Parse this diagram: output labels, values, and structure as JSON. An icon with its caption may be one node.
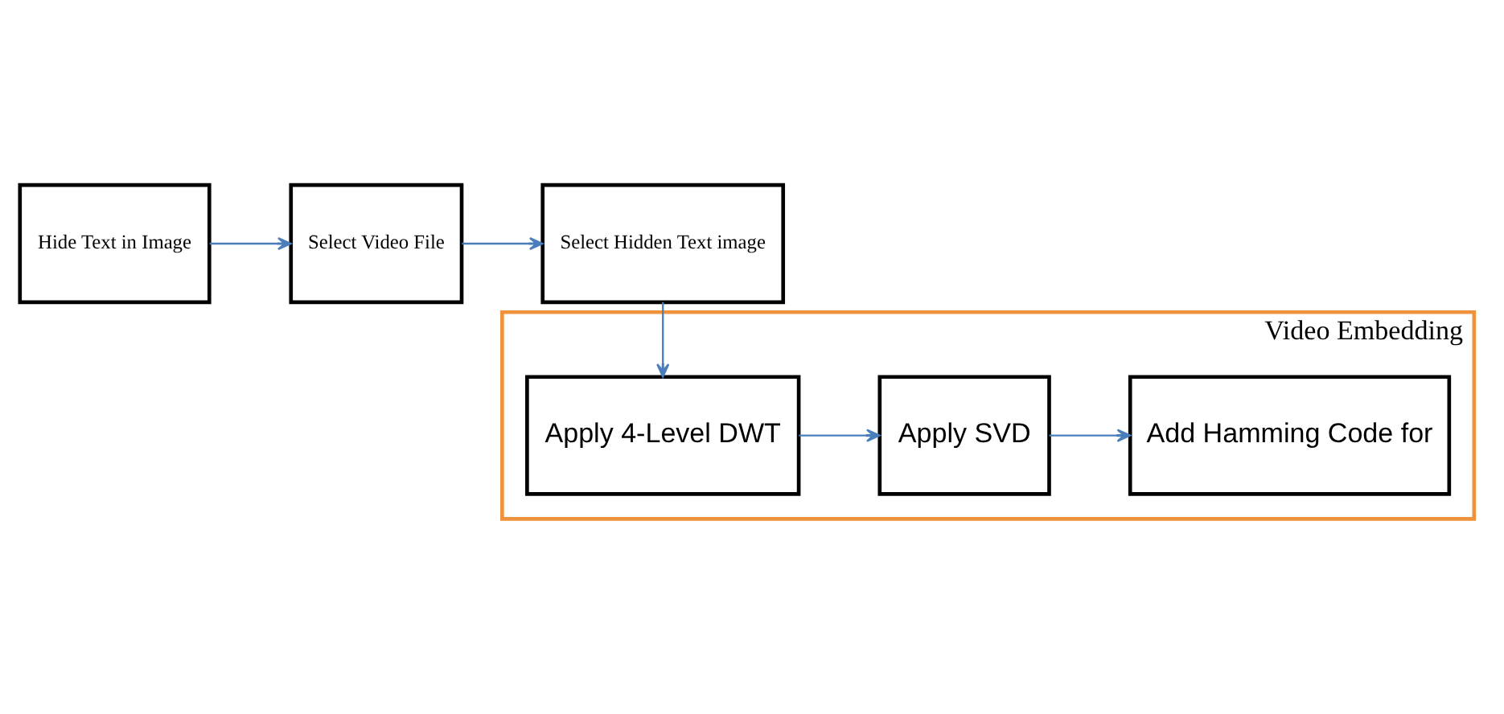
{
  "diagram": {
    "nodes": [
      {
        "text": [
          "Hide Text in Image"
        ]
      },
      {
        "text": [
          "Select Video File"
        ]
      },
      {
        "text": [
          "Select Hidden Text image"
        ]
      },
      {
        "text": [
          "Video Embedding"
        ]
      },
      {
        "text": [
          "Add Hamming Code for"
        ],
        "in": 3
      },
      {
        "text": [
          "Apply SVD"
        ],
        "in": 3
      },
      {
        "text": [
          "Apply 4-Level DWT"
        ],
        "in": 3
      }
    ],
    "edges": [
      {
        "from": 0,
        "to": 1,
        "arrow": "to"
      },
      {
        "from": 1,
        "to": 2,
        "arrow": "to"
      },
      {
        "from": 2,
        "to": 6,
        "arrow": "to"
      },
      {
        "from": 6,
        "to": 5,
        "arrow": "to"
      },
      {
        "from": 5,
        "to": 4,
        "arrow": "to"
      }
    ]
  }
}
